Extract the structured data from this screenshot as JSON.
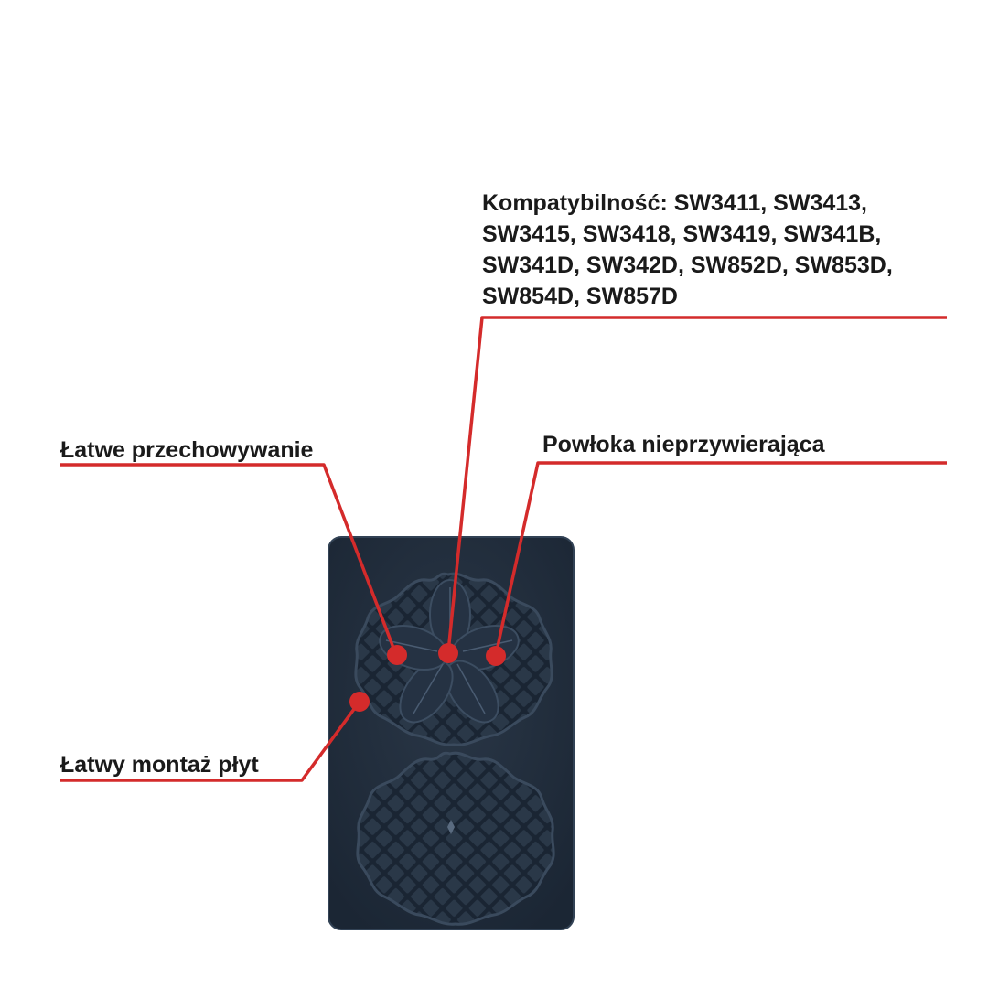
{
  "callouts": {
    "compatibility": {
      "lines": [
        "Kompatybilność: SW3411, SW3413,",
        "SW3415, SW3418, SW3419, SW341B,",
        "SW341D, SW342D, SW852D, SW853D,",
        "SW854D, SW857D"
      ]
    },
    "easy_storage": "Łatwe przechowywanie",
    "non_stick": "Powłoka nieprzywierająca",
    "easy_mounting": "Łatwy montaż płyt"
  },
  "colors": {
    "leader_line": "#d42b2b",
    "plate": "#1e2b3a",
    "plate_edge": "#2c3a4b",
    "text": "#1a1a1a",
    "background": "#ffffff"
  },
  "icons": {
    "plate": "waffle-plate-image",
    "marker": "red-dot-marker"
  }
}
